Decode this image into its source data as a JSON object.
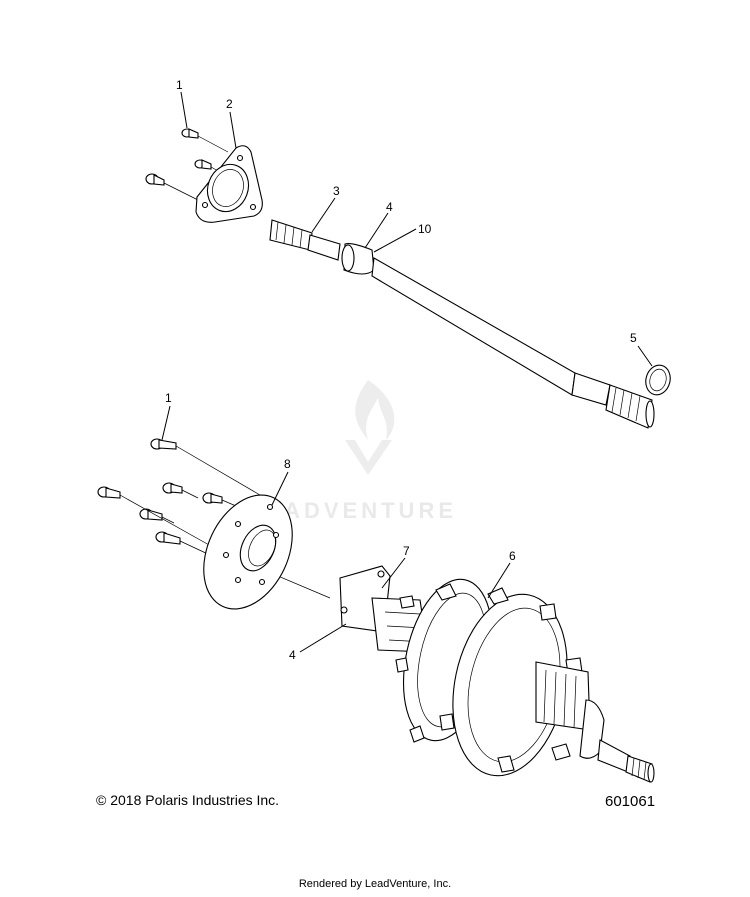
{
  "callouts": [
    {
      "id": "1a",
      "text": "1"
    },
    {
      "id": "2",
      "text": "2"
    },
    {
      "id": "3",
      "text": "3"
    },
    {
      "id": "4a",
      "text": "4"
    },
    {
      "id": "10",
      "text": "10"
    },
    {
      "id": "5",
      "text": "5"
    },
    {
      "id": "1b",
      "text": "1"
    },
    {
      "id": "8",
      "text": "8"
    },
    {
      "id": "7",
      "text": "7"
    },
    {
      "id": "6",
      "text": "6"
    },
    {
      "id": "4b",
      "text": "4"
    }
  ],
  "watermark": "LEADVENTURE",
  "footer": {
    "copyright": "© 2018 Polaris Industries Inc.",
    "drawing_number": "601061",
    "rendered_by": "Rendered by LeadVenture, Inc."
  }
}
